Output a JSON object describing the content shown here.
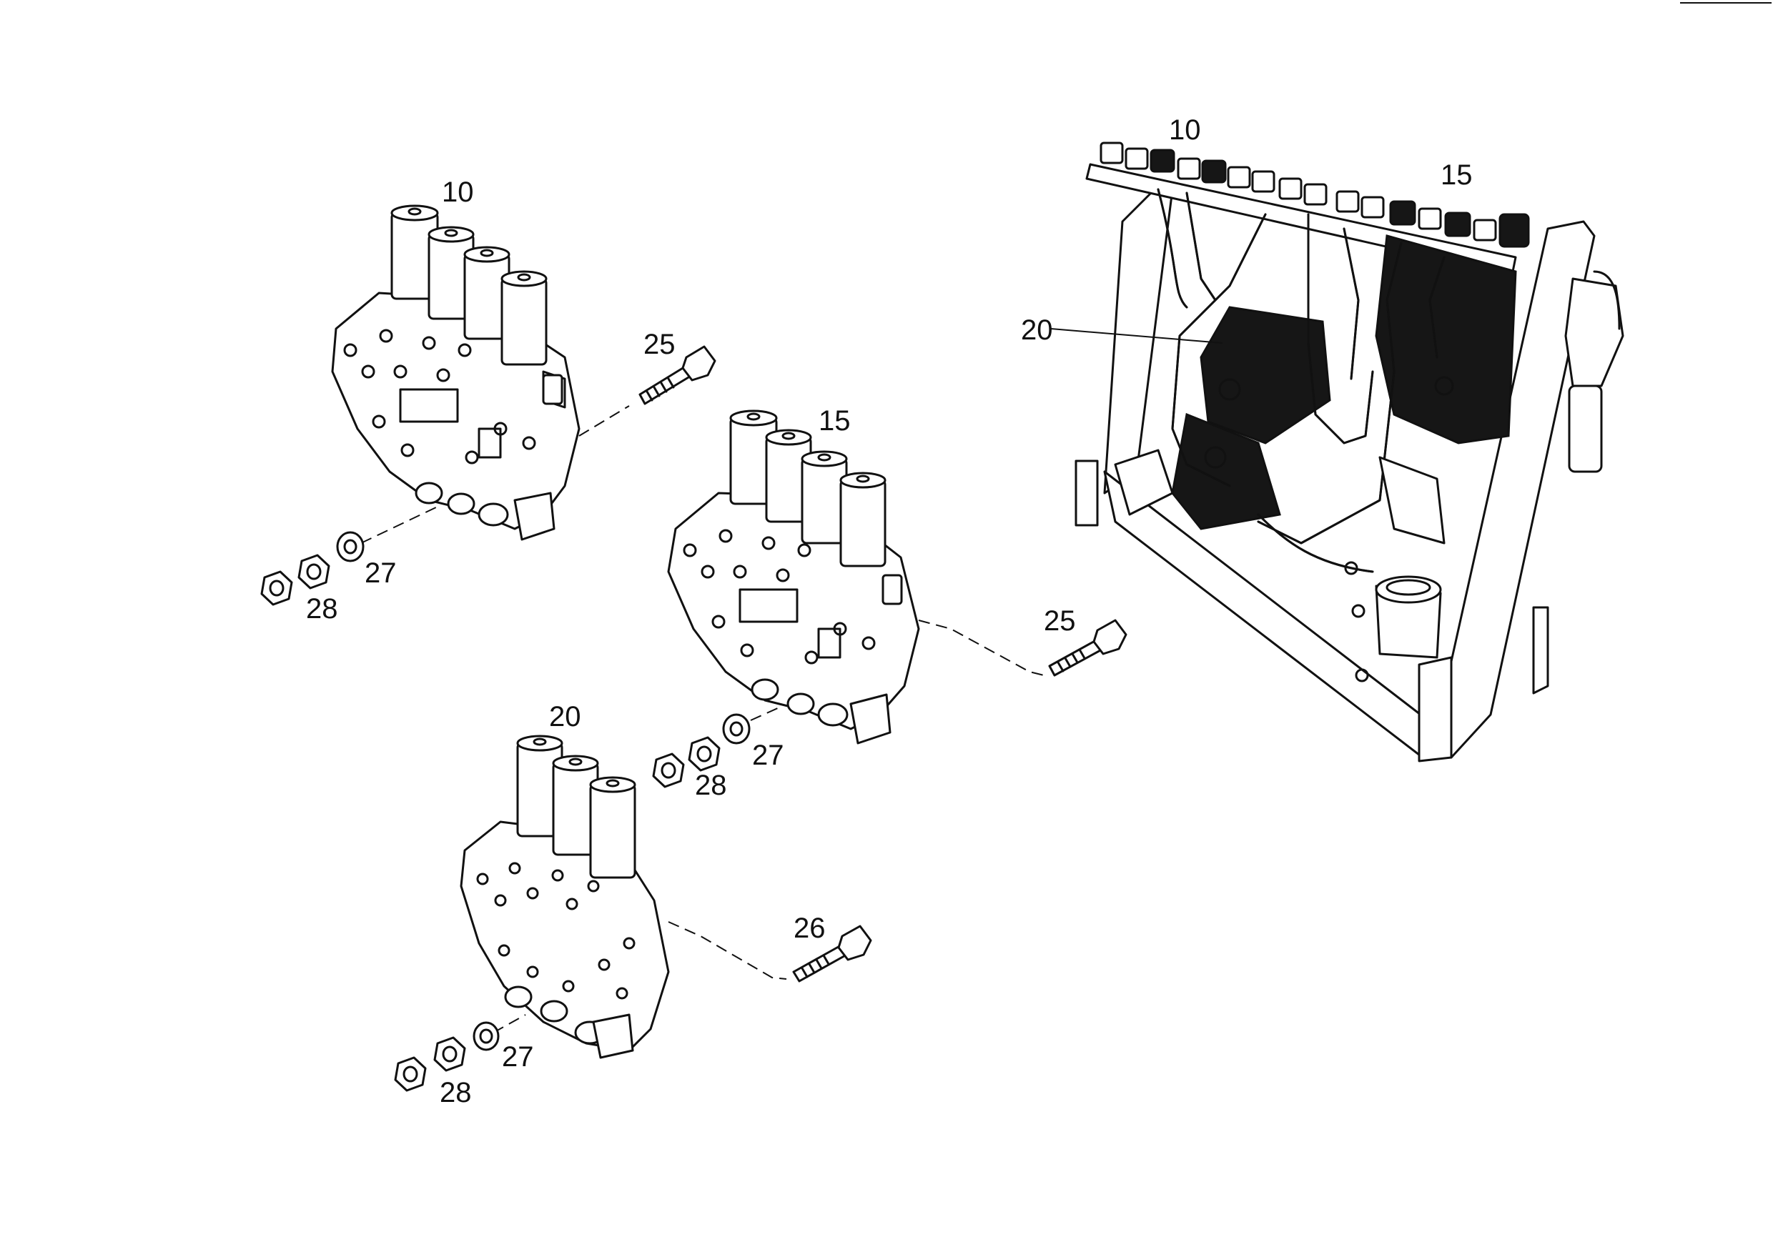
{
  "labels": {
    "valve_block_10": "10",
    "valve_block_15": "15",
    "valve_block_20": "20",
    "bolt_25_upper": "25",
    "bolt_25_lower": "25",
    "bolt_26": "26",
    "washer_27_a": "27",
    "washer_27_b": "27",
    "washer_27_c": "27",
    "nut_28_a": "28",
    "nut_28_b": "28",
    "nut_28_c": "28",
    "assembly_10": "10",
    "assembly_15": "15",
    "assembly_20": "20"
  }
}
